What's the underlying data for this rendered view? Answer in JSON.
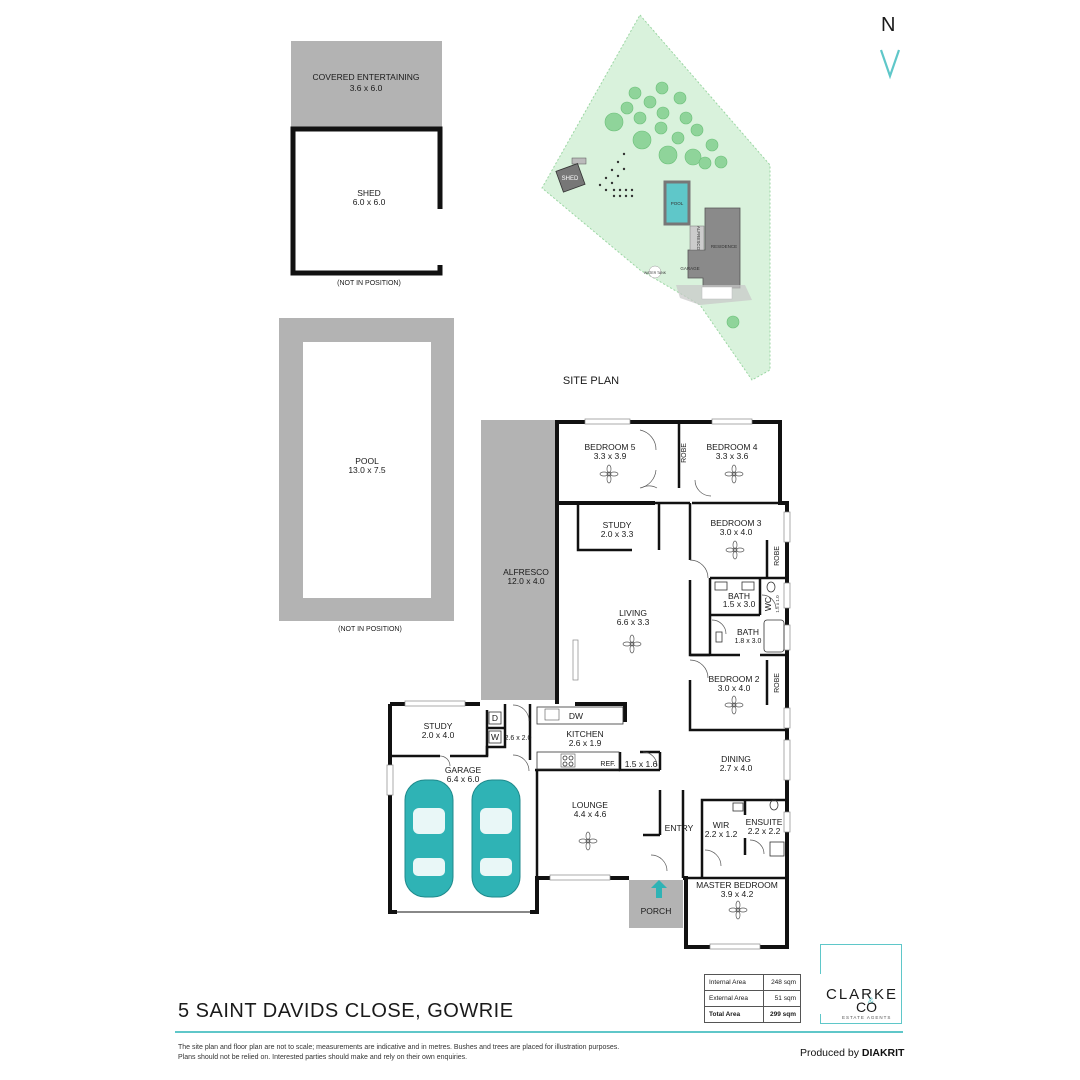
{
  "north": "N",
  "site_plan": {
    "title": "SITE PLAN",
    "labels": {
      "shed": "SHED",
      "pool": "POOL",
      "residence": "RESIDENCE",
      "garage": "GARAGE",
      "alfresco": "ALFRESCO",
      "water_tank": "WATER TANK"
    }
  },
  "outbuildings": {
    "covered_entertaining": {
      "name": "COVERED ENTERTAINING",
      "size": "3.6 x 6.0"
    },
    "shed": {
      "name": "SHED",
      "size": "6.0 x 6.0",
      "note": "(NOT IN POSITION)"
    },
    "pool": {
      "name": "POOL",
      "size": "13.0 x 7.5",
      "note": "(NOT IN POSITION)"
    }
  },
  "rooms": {
    "bedroom5": {
      "name": "BEDROOM 5",
      "size": "3.3 x 3.9"
    },
    "robe_top": {
      "name": "ROBE"
    },
    "bedroom4": {
      "name": "BEDROOM 4",
      "size": "3.3 x 3.6"
    },
    "study_upper": {
      "name": "STUDY",
      "size": "2.0 x 3.3"
    },
    "bedroom3": {
      "name": "BEDROOM 3",
      "size": "3.0 x 4.0"
    },
    "robe_b3": {
      "name": "ROBE"
    },
    "alfresco": {
      "name": "ALFRESCO",
      "size": "12.0 x 4.0"
    },
    "living": {
      "name": "LIVING",
      "size": "6.6 x 3.3"
    },
    "bath1": {
      "name": "BATH",
      "size": "1.5 x 3.0"
    },
    "wc": {
      "name": "WC",
      "size": "1.5 x 1.0"
    },
    "bath2": {
      "name": "BATH",
      "size": "1.8 x 3.0"
    },
    "bedroom2": {
      "name": "BEDROOM 2",
      "size": "3.0 x 4.0"
    },
    "robe_b2": {
      "name": "ROBE"
    },
    "study_garage": {
      "name": "STUDY",
      "size": "2.0 x 4.0"
    },
    "laundry": {
      "d": "D",
      "w": "W",
      "size": "2.6 x 2.0"
    },
    "kitchen": {
      "name": "KITCHEN",
      "size": "2.6 x 1.9",
      "dw": "DW",
      "ref": "REF."
    },
    "pantry": {
      "size": "1.5 x 1.6"
    },
    "dining": {
      "name": "DINING",
      "size": "2.7 x 4.0"
    },
    "garage": {
      "name": "GARAGE",
      "size": "6.4 x 6.0"
    },
    "lounge": {
      "name": "LOUNGE",
      "size": "4.4 x 4.6"
    },
    "entry": {
      "name": "ENTRY"
    },
    "wir": {
      "name": "WIR",
      "size": "2.2 x 1.2"
    },
    "ensuite": {
      "name": "ENSUITE",
      "size": "2.2 x 2.2"
    },
    "master": {
      "name": "MASTER BEDROOM",
      "size": "3.9 x 4.2"
    },
    "porch": {
      "name": "PORCH"
    }
  },
  "area_table": [
    {
      "label": "Internal Area",
      "value": "248 sqm"
    },
    {
      "label": "External Area",
      "value": "51 sqm"
    },
    {
      "label": "Total Area",
      "value": "299 sqm"
    }
  ],
  "address": "5 SAINT DAVIDS CLOSE, GOWRIE",
  "disclaimer": [
    "The site plan and floor plan are not to scale; measurements are indicative and in metres. Bushes and trees are placed for illustration purposes.",
    "Plans should not be relied on. Interested parties should make and rely on their own enquiries."
  ],
  "produced_by": {
    "prefix": "Produced by",
    "brand": "DIAKRIT"
  },
  "logo": {
    "name": "CLARKE",
    "amp": "&",
    "co": "CO",
    "sub": "ESTATE AGENTS"
  },
  "colors": {
    "accent": "#5fc7c9",
    "grey_area": "#b3b3b3",
    "site_green": "#d9f2dc",
    "tree": "#8fd49a",
    "wall": "#111111"
  }
}
